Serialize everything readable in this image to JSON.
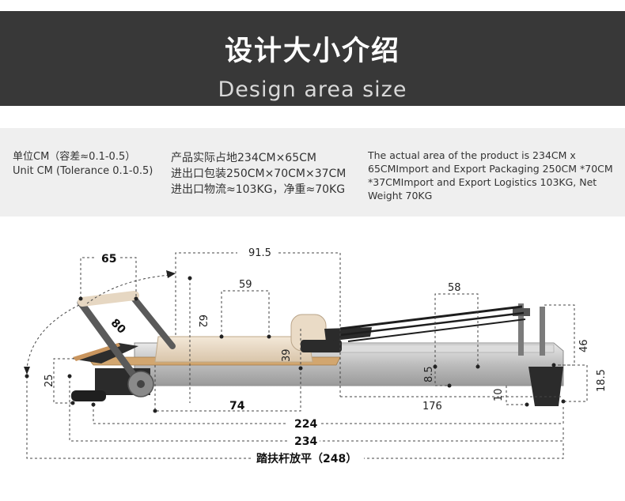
{
  "header": {
    "title_cn": "设计大小介绍",
    "title_en": "Design area size"
  },
  "info": {
    "unit_cn": "单位CM（容差≈0.1-0.5）",
    "unit_en": "Unit CM (Tolerance 0.1-0.5)",
    "spec_cn": [
      "产品实际占地234CM×65CM",
      "进出口包装250CM×70CM×37CM",
      "进出口物流≈103KG，净重≈70KG"
    ],
    "spec_en": "The actual area of the product is 234CM x 65CMImport and Export Packaging 250CM *70CM *37CMImport and Export Logistics 103KG, Net Weight 70KG"
  },
  "dimensions": {
    "d65": "65",
    "d91_5": "91.5",
    "d59": "59",
    "d58": "58",
    "d80": "80",
    "d62": "62",
    "d39": "39",
    "d46": "46",
    "d25": "25",
    "d8_5": "8.5",
    "d18_5": "18.5",
    "d10": "10",
    "d74": "74",
    "d176": "176",
    "d224": "224",
    "d234": "234",
    "footbar": "踏扶杆放平（248）"
  },
  "colors": {
    "header_bg": "#383838",
    "info_bg": "#efefef",
    "frame": "#c8c8c8",
    "carriage": "#eadbc6",
    "leather": "#2b2b2b"
  }
}
